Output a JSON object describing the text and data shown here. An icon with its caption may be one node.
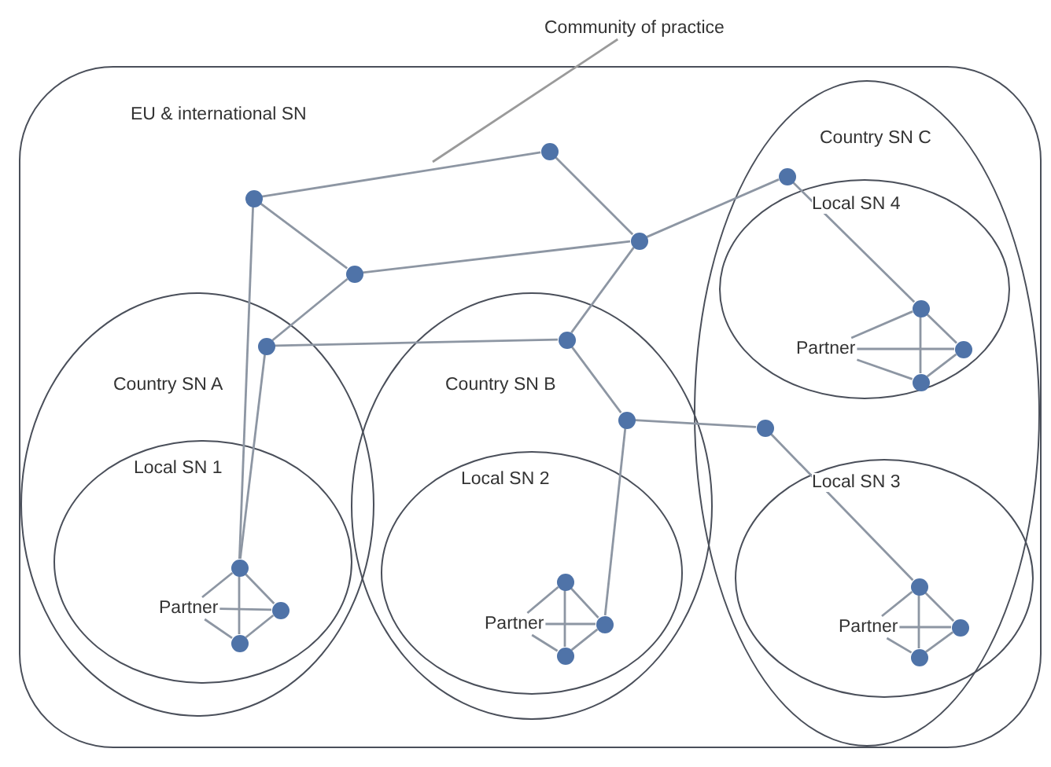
{
  "diagram": {
    "nodes": [
      {
        "text": [
          "EU & international SN"
        ]
      },
      {
        "text": [
          "Community of practice"
        ]
      },
      {
        "text": [],
        "shape": "circle",
        "in": 0
      },
      {
        "text": [],
        "shape": "circle",
        "in": 0
      },
      {
        "text": [],
        "shape": "circle",
        "in": 0
      },
      {
        "text": [],
        "shape": "circle",
        "in": 0
      },
      {
        "text": [
          "Country SN C"
        ],
        "in": 0
      },
      {
        "text": [],
        "shape": "circle",
        "in": 6
      },
      {
        "text": [
          "Local SN 4"
        ],
        "in": 6
      },
      {
        "text": [],
        "shape": "circle",
        "in": 8
      },
      {
        "text": [
          "Partner"
        ],
        "in": 8
      },
      {
        "text": [],
        "shape": "circle",
        "in": 8
      },
      {
        "text": [],
        "shape": "circle",
        "in": 8
      },
      {
        "text": [
          "Country SN A"
        ],
        "in": 0
      },
      {
        "text": [],
        "shape": "circle",
        "in": 13
      },
      {
        "text": [
          "Local SN 1"
        ],
        "in": 13
      },
      {
        "text": [],
        "shape": "circle",
        "in": 15
      },
      {
        "text": [
          "Partner"
        ],
        "in": 15
      },
      {
        "text": [],
        "shape": "circle",
        "in": 15
      },
      {
        "text": [],
        "shape": "circle",
        "in": 15
      },
      {
        "text": [
          "Country SN B"
        ],
        "in": 0
      },
      {
        "text": [],
        "shape": "circle",
        "in": 20
      },
      {
        "text": [],
        "shape": "circle",
        "in": 20
      },
      {
        "text": [
          "Local SN 2"
        ],
        "in": 20
      },
      {
        "text": [],
        "shape": "circle",
        "in": 23
      },
      {
        "text": [
          "Partner"
        ],
        "in": 23
      },
      {
        "text": [],
        "shape": "circle",
        "in": 23
      },
      {
        "text": [],
        "shape": "circle",
        "in": 23
      },
      {
        "text": [],
        "shape": "circle",
        "in": 6
      },
      {
        "text": [
          "Local SN 3"
        ],
        "in": 6
      },
      {
        "text": [],
        "shape": "circle",
        "in": 29
      },
      {
        "text": [
          "Partner"
        ],
        "in": 29
      },
      {
        "text": [],
        "shape": "circle",
        "in": 29
      },
      {
        "text": [],
        "shape": "circle",
        "in": 29
      }
    ],
    "edges": [
      {
        "from": 1,
        "to": null,
        "arrow": "none"
      },
      {
        "from": 2,
        "to": 3,
        "arrow": "none"
      },
      {
        "from": 3,
        "to": 4,
        "arrow": "none"
      },
      {
        "from": 2,
        "to": 5,
        "arrow": "none"
      },
      {
        "from": 5,
        "to": 4,
        "arrow": "none"
      },
      {
        "from": 4,
        "to": 7,
        "arrow": "none"
      },
      {
        "from": 4,
        "to": 21,
        "arrow": "none"
      },
      {
        "from": 5,
        "to": 14,
        "arrow": "none"
      },
      {
        "from": 14,
        "to": 21,
        "arrow": "none"
      },
      {
        "from": 2,
        "to": 16,
        "arrow": "none"
      },
      {
        "from": 14,
        "to": 16,
        "arrow": "none"
      },
      {
        "from": 21,
        "to": 22,
        "arrow": "none"
      },
      {
        "from": 22,
        "to": 28,
        "arrow": "none"
      },
      {
        "from": 22,
        "to": 26,
        "arrow": "none"
      },
      {
        "from": 28,
        "to": 30,
        "arrow": "none"
      },
      {
        "from": 7,
        "to": 9,
        "arrow": "none"
      },
      {
        "from": 9,
        "to": 11,
        "arrow": "none"
      },
      {
        "from": 11,
        "to": 12,
        "arrow": "none"
      },
      {
        "from": 12,
        "to": 10,
        "arrow": "none"
      },
      {
        "from": 10,
        "to": 9,
        "arrow": "none"
      },
      {
        "from": 9,
        "to": 12,
        "arrow": "none"
      },
      {
        "from": 10,
        "to": 11,
        "arrow": "none"
      },
      {
        "from": 16,
        "to": 18,
        "arrow": "none"
      },
      {
        "from": 18,
        "to": 19,
        "arrow": "none"
      },
      {
        "from": 19,
        "to": 17,
        "arrow": "none"
      },
      {
        "from": 17,
        "to": 16,
        "arrow": "none"
      },
      {
        "from": 16,
        "to": 19,
        "arrow": "none"
      },
      {
        "from": 17,
        "to": 18,
        "arrow": "none"
      },
      {
        "from": 24,
        "to": 26,
        "arrow": "none"
      },
      {
        "from": 26,
        "to": 27,
        "arrow": "none"
      },
      {
        "from": 27,
        "to": 25,
        "arrow": "none"
      },
      {
        "from": 25,
        "to": 24,
        "arrow": "none"
      },
      {
        "from": 24,
        "to": 27,
        "arrow": "none"
      },
      {
        "from": 25,
        "to": 26,
        "arrow": "none"
      },
      {
        "from": 30,
        "to": 32,
        "arrow": "none"
      },
      {
        "from": 32,
        "to": 33,
        "arrow": "none"
      },
      {
        "from": 33,
        "to": 31,
        "arrow": "none"
      },
      {
        "from": 31,
        "to": 30,
        "arrow": "none"
      },
      {
        "from": 30,
        "to": 33,
        "arrow": "none"
      },
      {
        "from": 31,
        "to": 32,
        "arrow": "none"
      }
    ]
  }
}
